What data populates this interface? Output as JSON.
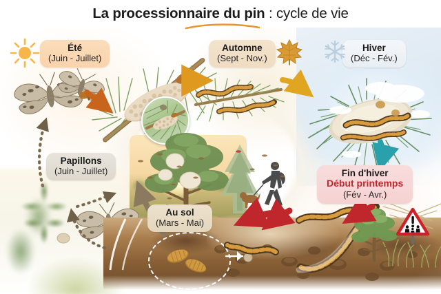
{
  "title": {
    "bold": "La processionnaire du pin",
    "rest": " : cycle de vie",
    "underline_color": "#e8952f"
  },
  "stages": [
    {
      "id": "ete",
      "name": "Été",
      "period": "(Juin - Juillet)",
      "icon": "sun-icon",
      "bg": "#f9d3ac",
      "scene": "Ponte : manchon d'œufs sur rameau de pin, papillons",
      "inset": "zoom circulaire sur le manchon d'œufs"
    },
    {
      "id": "automne",
      "name": "Automne",
      "period": "(Sept - Nov.)",
      "icon": "maple-leaf-icon",
      "bg": "#efdcc2",
      "scene": "Jeunes chenilles sur aiguilles de pin"
    },
    {
      "id": "hiver",
      "name": "Hiver",
      "period": "(Déc - Fév.)",
      "icon": "snowflake-icon",
      "bg": "#e9eef3",
      "scene": "Nid d'hiver (pré-nid soyeux) enneigé avec chenilles"
    },
    {
      "id": "fin-hiver",
      "name": "Fin d'hiver",
      "name2": "Début printemps",
      "period": "(Fév - Avr.)",
      "bg": "#f5d2d2",
      "accent": "#c0272d",
      "scene": "Procession des chenilles en file indienne, panneau de danger"
    },
    {
      "id": "au-sol",
      "name": "Au sol",
      "period": "(Mars - Mai)",
      "bg": "#e3d6bd",
      "scene": "Chrysalides enfouies dans le sol",
      "inset": "cercle pointillé blanc autour des chrysalides"
    },
    {
      "id": "papillons",
      "name": "Papillons",
      "period": "(Juin - Juillet)",
      "bg": "#ded8cd",
      "scene": "Émergence des papillons adultes au crépuscule"
    }
  ],
  "arrows": [
    {
      "name": "arrow-ete-to-automne",
      "color": "#e0991f",
      "style": "solid"
    },
    {
      "name": "arrow-automne-to-hiver",
      "color": "#e0a521",
      "style": "solid"
    },
    {
      "name": "arrow-hiver-to-finhiver",
      "color": "#29a0ac",
      "style": "solid"
    },
    {
      "name": "arrow-procession-left",
      "color": "#c0272d",
      "style": "solid"
    },
    {
      "name": "arrow-procession-mid",
      "color": "#c0272d",
      "style": "solid"
    },
    {
      "name": "arrow-tree-to-ground",
      "color": "#c0272d",
      "style": "solid"
    },
    {
      "name": "arrow-ausol-to-papillons",
      "color": "#7a6a52",
      "style": "dotted"
    },
    {
      "name": "arrow-papillons-to-ete",
      "color": "#7a6a52",
      "style": "dotted"
    },
    {
      "name": "arrow-ground-up",
      "color": "#8b7a60",
      "style": "solid"
    },
    {
      "name": "arrow-ete-ponte",
      "color": "#c8641c",
      "style": "solid"
    }
  ],
  "warning_sign": {
    "name": "danger-warning-sign",
    "symbol": "!",
    "border_color": "#cc2229"
  },
  "scene_elements": [
    "pine-branch-with-egg-cluster",
    "circular-zoom-inset-eggs",
    "adult-moth-upper",
    "adult-moth-lower",
    "caterpillars-on-pine-autumn",
    "winter-nest-on-snowy-pine",
    "infested-pine-tree-with-nests",
    "walker-with-dog-silhouette",
    "caterpillar-procession",
    "pupae-in-soil",
    "dashed-circle-pupae",
    "young-pine-sapling",
    "blurred-forest-background"
  ]
}
